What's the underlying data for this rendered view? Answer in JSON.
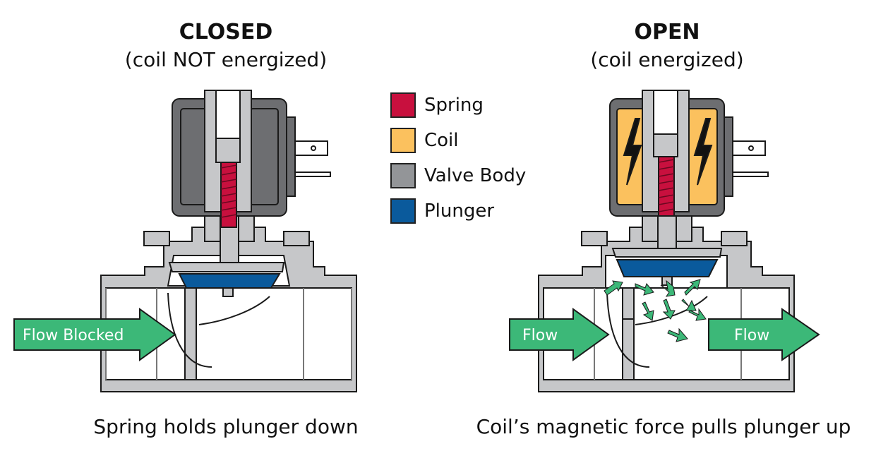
{
  "closed": {
    "title": "CLOSED",
    "subtitle": "(coil NOT energized)",
    "caption": "Spring holds plunger down",
    "flow_label": "Flow Blocked"
  },
  "open": {
    "title": "OPEN",
    "subtitle": "(coil energized)",
    "caption": "Coil’s magnetic force pulls plunger up",
    "flow_in_label": "Flow",
    "flow_out_label": "Flow"
  },
  "legend": [
    {
      "label": "Spring",
      "color": "#c8103e"
    },
    {
      "label": "Coil",
      "color": "#fbc15e"
    },
    {
      "label": "Valve Body",
      "color": "#939598"
    },
    {
      "label": "Plunger",
      "color": "#0a5a9c"
    }
  ],
  "colors": {
    "body_light": "#c6c7c9",
    "body_dark": "#6d6e71",
    "flow_arrow": "#3cb878",
    "outline": "#1a1a1a"
  }
}
